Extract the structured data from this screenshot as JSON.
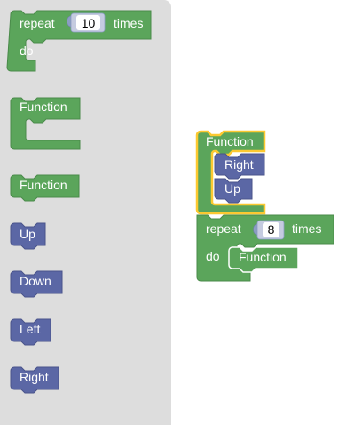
{
  "toolbox": {
    "repeat": {
      "label_repeat": "repeat",
      "count": "10",
      "label_times": "times",
      "label_do": "do"
    },
    "function_def": {
      "label": "Function"
    },
    "function_call": {
      "label": "Function"
    },
    "up": {
      "label": "Up"
    },
    "down": {
      "label": "Down"
    },
    "left": {
      "label": "Left"
    },
    "right": {
      "label": "Right"
    }
  },
  "workspace": {
    "function_def": {
      "label": "Function",
      "body": [
        {
          "label": "Right"
        },
        {
          "label": "Up"
        }
      ]
    },
    "repeat": {
      "label_repeat": "repeat",
      "count": "8",
      "label_times": "times",
      "label_do": "do",
      "body": [
        {
          "label": "Function"
        }
      ]
    }
  },
  "colors": {
    "loop_green": "#5ba55b",
    "loop_green_dark": "#4a8a4a",
    "motion_blue": "#5b67a5",
    "motion_blue_dark": "#49538a",
    "selection_yellow": "#fcc931",
    "toolbox_bg": "#dddddd"
  }
}
